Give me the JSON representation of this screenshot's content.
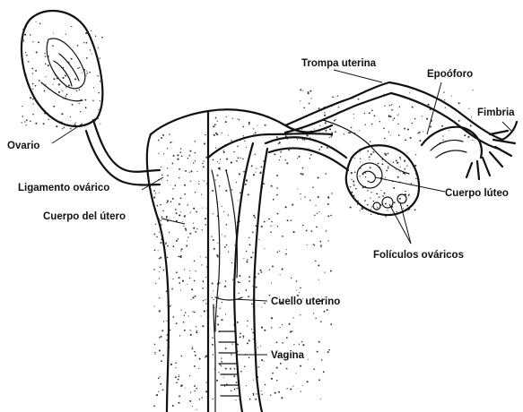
{
  "labels": {
    "ovario": "Ovario",
    "ligamento": "Ligamento ovárico",
    "cuerpo_utero": "Cuerpo del útero",
    "trompa": "Trompa uterina",
    "epooforo": "Epoóforo",
    "fimbria": "Fimbria",
    "cuerpo_luteo": "Cuerpo lúteo",
    "foliculos": "Folículos ováricos",
    "cuello": "Cuello uterino",
    "vagina": "Vagina"
  },
  "colors": {
    "ink": "#111111",
    "paper": "#ffffff",
    "stipple": "#333333"
  }
}
